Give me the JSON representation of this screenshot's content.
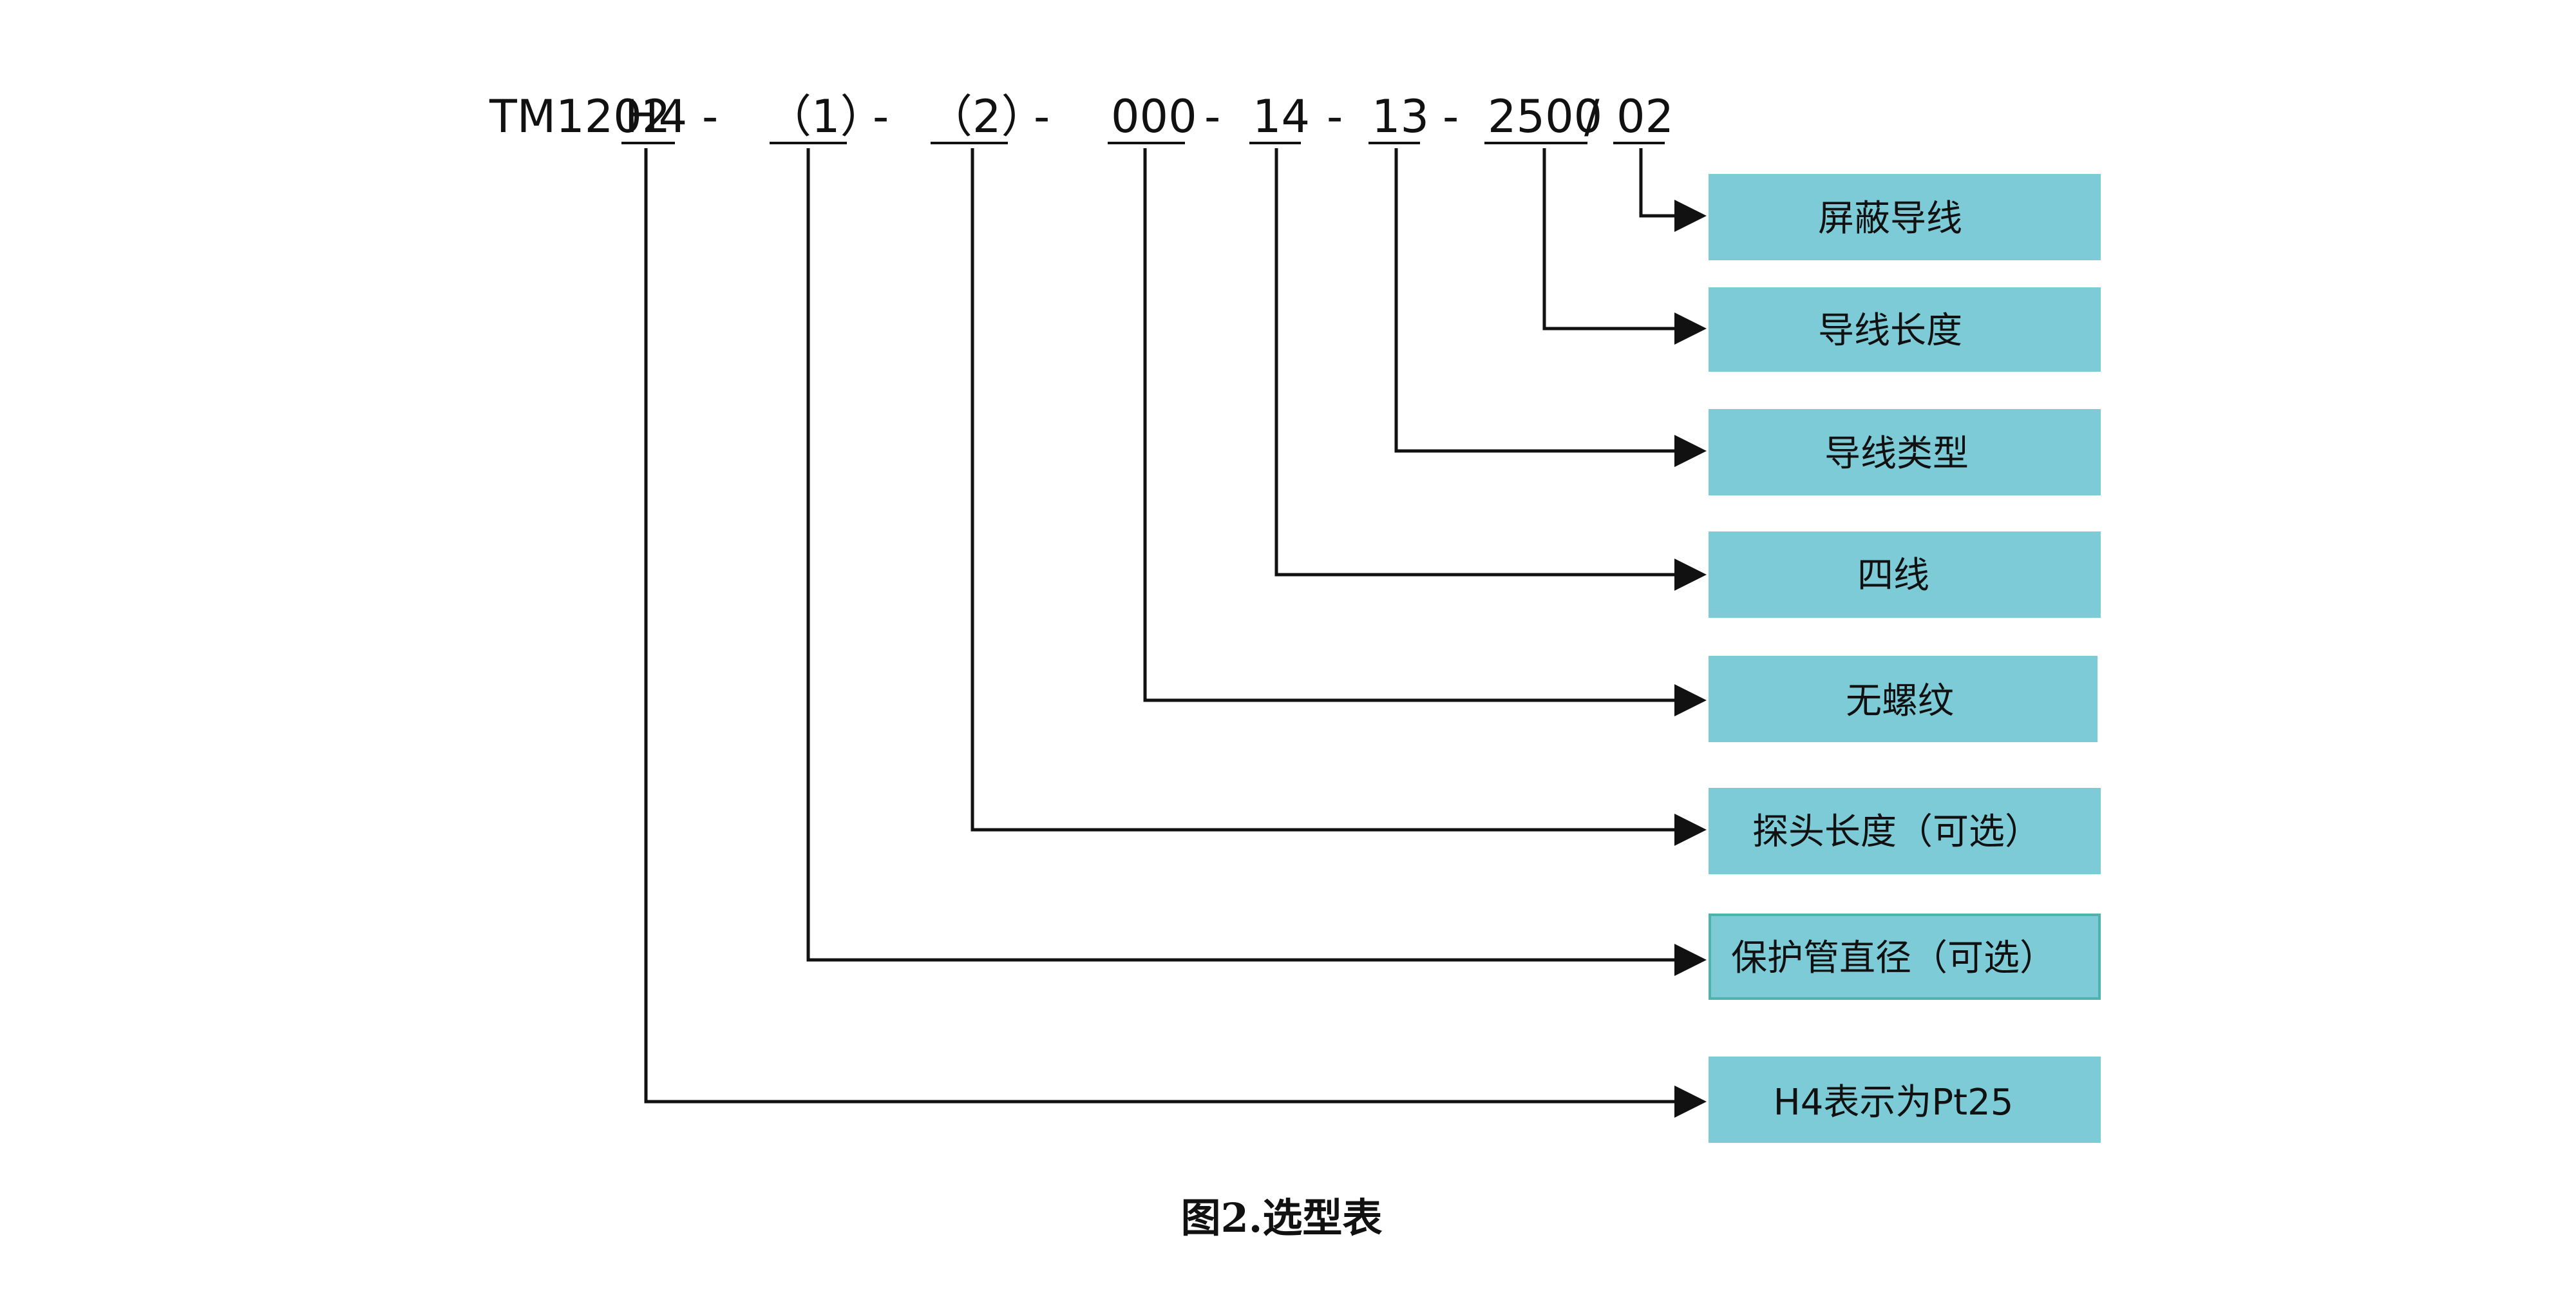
{
  "code": {
    "prefix": "TM1202",
    "dash": "-",
    "segments": {
      "h4": "H4",
      "p1": "（1）",
      "p2": "（2）",
      "s000": "000",
      "s14": "14",
      "s13": "13",
      "s2500": "2500",
      "slash": "/",
      "s02": "02"
    }
  },
  "labels": {
    "shield": "屏蔽导线",
    "wire_length": "导线长度",
    "wire_type": "导线类型",
    "four_wire": "四线",
    "no_thread": "无螺纹",
    "probe_length": "探头长度（可选）",
    "tube_diameter": "保护管直径（可选）",
    "h4_meaning": "H4表示为Pt25"
  },
  "caption": "图2.选型表",
  "colors": {
    "box_fill": "#7ecbd8",
    "box_border_selected": "#4fb3ad",
    "line": "#111111"
  }
}
